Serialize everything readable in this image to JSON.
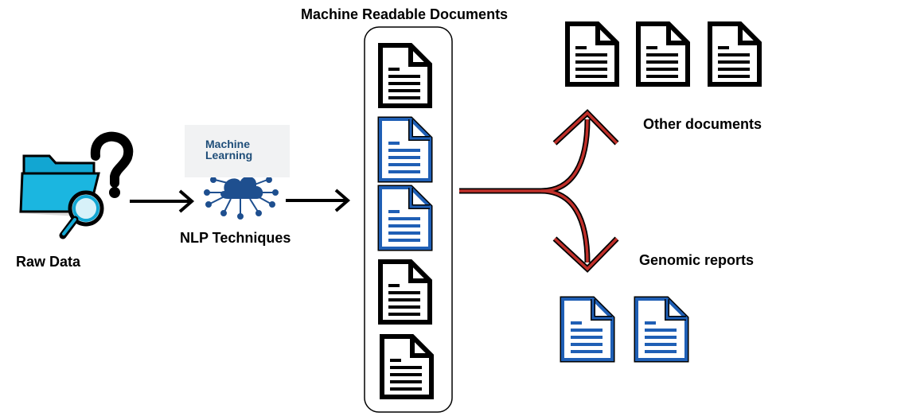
{
  "labels": {
    "raw_data": "Raw Data",
    "nlp": "NLP Techniques",
    "machine_readable": "Machine Readable Documents",
    "other_docs": "Other documents",
    "genomic": "Genomic reports"
  },
  "ml_badge": {
    "line1": "Machine",
    "line2": "Learning"
  },
  "colors": {
    "black": "#000000",
    "blue_doc": "#1f5fb5",
    "blue_fill": "#ffffff",
    "red_arrow": "#c0302a",
    "folder": "#12a6d2",
    "cloud": "#1e4f8f"
  },
  "icons": [
    "folder-search-icon",
    "question-mark-icon",
    "machine-learning-icon",
    "document-icon",
    "document-blue-icon"
  ]
}
